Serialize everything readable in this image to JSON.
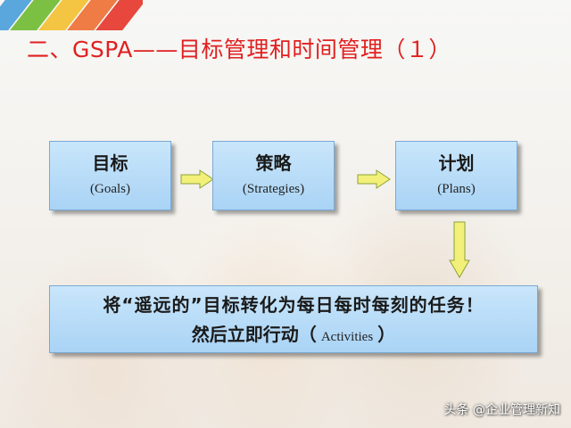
{
  "slide": {
    "title": "二、GSPA——目标管理和时间管理（１）",
    "steps": [
      {
        "label": "目标",
        "sublabel": "(Goals)"
      },
      {
        "label": "策略",
        "sublabel": "(Strategies)"
      },
      {
        "label": "计划",
        "sublabel": "(Plans)"
      }
    ],
    "action": {
      "line1": "将“遥远的”目标转化为每日每时每刻的任务！",
      "line2_zh_before": "然后立即行动（",
      "line2_en": "Activities",
      "line2_zh_after": "）"
    },
    "watermark": "头条 @企业管理新知"
  },
  "colors": {
    "title": "#e02020",
    "box_fill": "#b8dcf7",
    "box_border": "#7aa9d4",
    "arrow_fill": "#f3f07a",
    "arrow_stroke": "#8aa238",
    "stripes": [
      "#5aa7dd",
      "#7bc043",
      "#f4c542",
      "#ef7b45",
      "#e7473c"
    ]
  }
}
